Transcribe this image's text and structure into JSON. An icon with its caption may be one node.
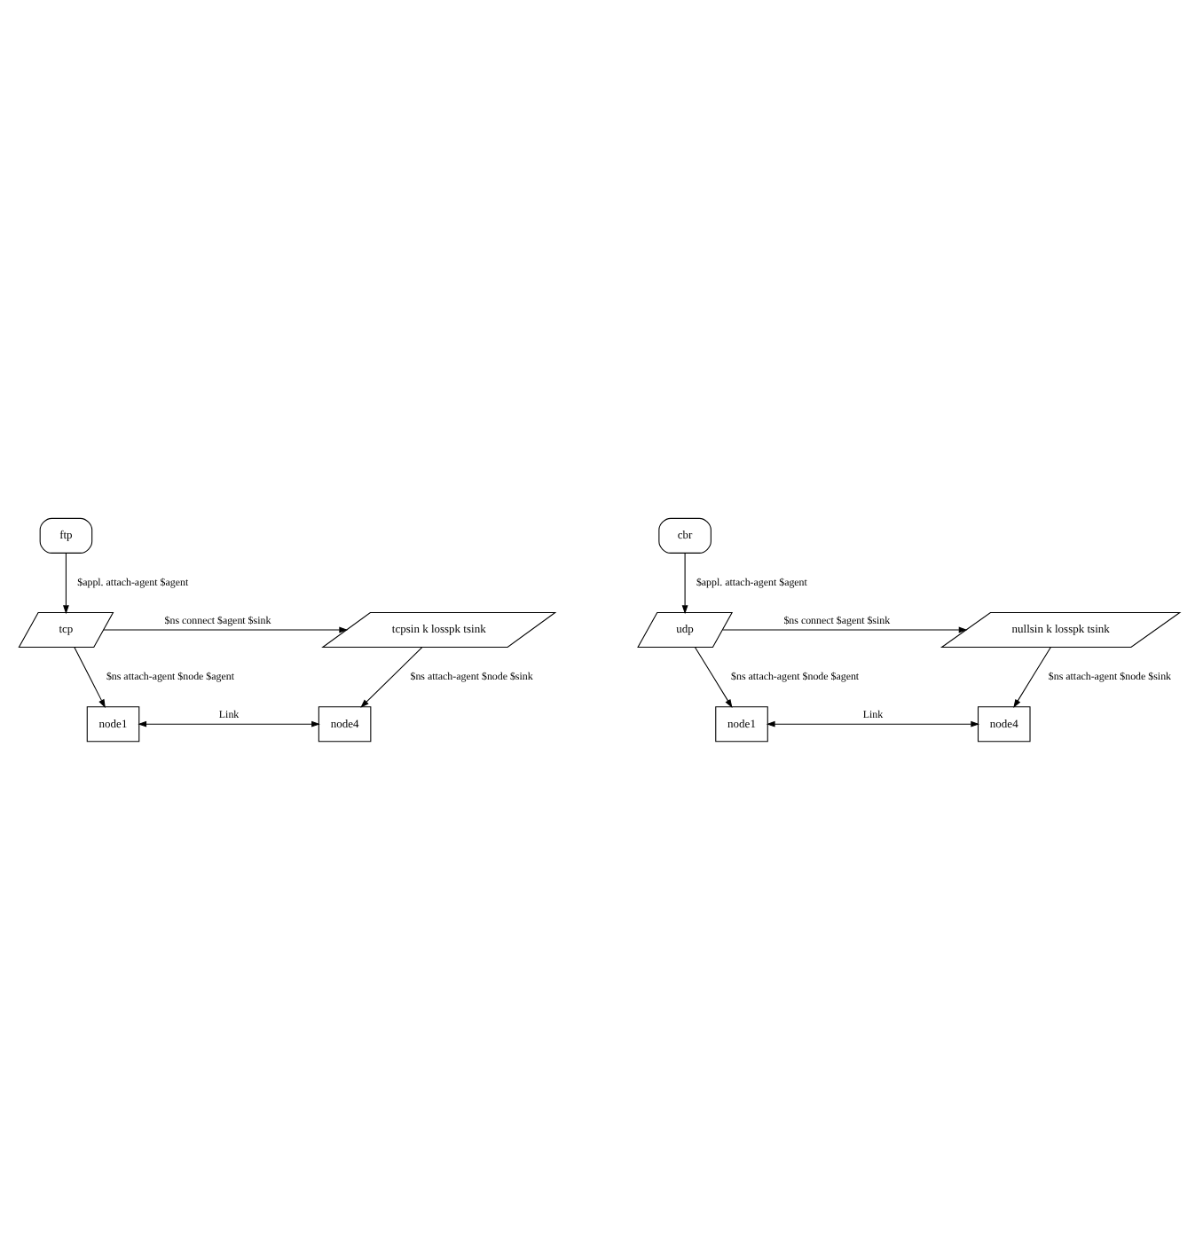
{
  "diagram": {
    "nodes": [
      {
        "text": [
          "ftp"
        ]
      },
      {
        "text": [
          "tcp"
        ]
      },
      {
        "text": [
          "tcpsin k losspk tsink"
        ]
      },
      {
        "text": [
          "node1"
        ]
      },
      {
        "text": [
          "node4"
        ]
      },
      {
        "text": [
          "cbr"
        ]
      },
      {
        "text": [
          "udp"
        ]
      },
      {
        "text": [
          "nullsin k losspk tsink"
        ]
      },
      {
        "text": [
          "node1"
        ]
      },
      {
        "text": [
          "node4"
        ]
      }
    ],
    "edges": [
      {
        "from": 0,
        "to": 1,
        "arrow": "to",
        "label": "$appl. attach-agent $agent"
      },
      {
        "from": 1,
        "to": 2,
        "arrow": "to",
        "label": "$ns connect $agent $sink"
      },
      {
        "from": 1,
        "to": 3,
        "arrow": "to",
        "label": "$ns attach-agent $node $agent"
      },
      {
        "from": 2,
        "to": 4,
        "arrow": "to",
        "label": "$ns attach-agent $node $sink"
      },
      {
        "from": 3,
        "to": 4,
        "arrow": "both",
        "label": "Link"
      },
      {
        "from": 5,
        "to": 6,
        "arrow": "to",
        "label": "$appl. attach-agent $agent"
      },
      {
        "from": 6,
        "to": 7,
        "arrow": "to",
        "label": "$ns connect $agent $sink"
      },
      {
        "from": 6,
        "to": 8,
        "arrow": "to",
        "label": "$ns attach-agent $node $agent"
      },
      {
        "from": 7,
        "to": 9,
        "arrow": "to",
        "label": "$ns attach-agent $node $sink"
      },
      {
        "from": 8,
        "to": 9,
        "arrow": "both",
        "label": "Link"
      }
    ]
  }
}
